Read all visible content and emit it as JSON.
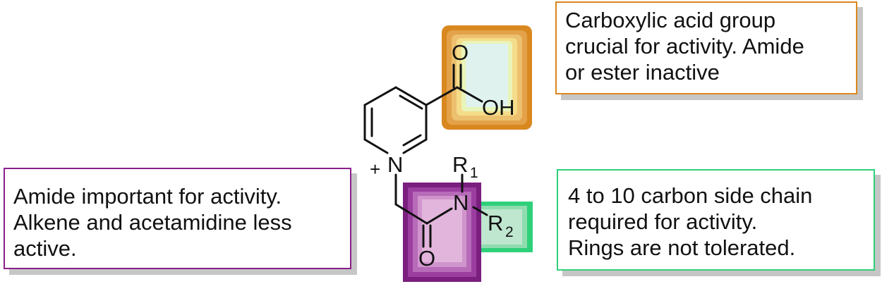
{
  "callouts": {
    "acid": {
      "lines": [
        "Carboxylic acid group",
        "crucial for activity. Amide",
        "or ester inactive"
      ],
      "color": "#d9881f"
    },
    "amide": {
      "lines": [
        "Amide important for activity.",
        "Alkene and acetamidine less",
        "active."
      ],
      "color": "#8b1f8b"
    },
    "chain": {
      "lines": [
        "4 to 10 carbon side chain",
        "required for activity.",
        "Rings are not tolerated."
      ],
      "color": "#2fd07a"
    }
  },
  "atoms": {
    "o_carbonyl_acid": "O",
    "oh": "OH",
    "n_ring": "N",
    "plus": "+",
    "r1": "R",
    "r1_sub": "1",
    "n_amide": "N",
    "r2": "R",
    "r2_sub": "2",
    "o_amide": "O"
  }
}
